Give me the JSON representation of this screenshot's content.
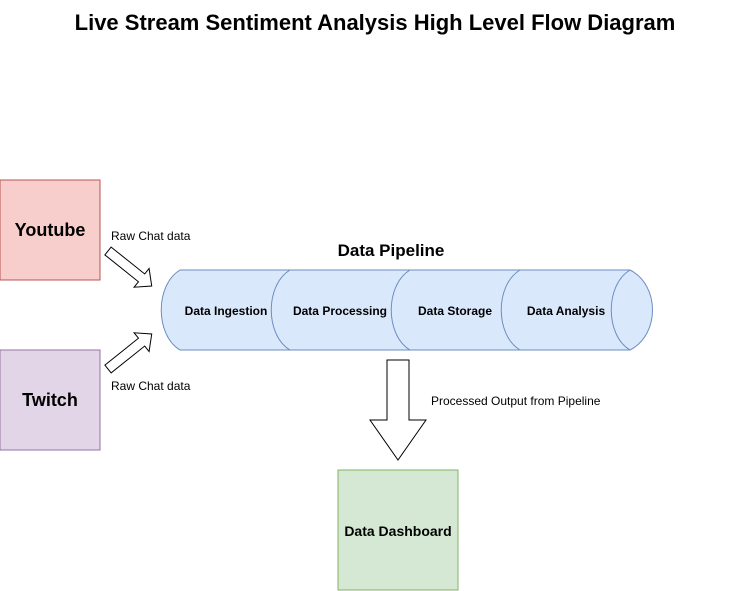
{
  "title": "Live Stream Sentiment Analysis High Level Flow Diagram",
  "sources": [
    {
      "label": "Youtube",
      "fill": "#f8cecc",
      "stroke": "#b85450",
      "edge_label": "Raw Chat data"
    },
    {
      "label": "Twitch",
      "fill": "#e1d5e7",
      "stroke": "#9673a6",
      "edge_label": "Raw Chat data"
    }
  ],
  "pipeline": {
    "label": "Data Pipeline",
    "fill": "#dae8fc",
    "stroke": "#6c8ebf",
    "stages": [
      "Data Ingestion",
      "Data Processing",
      "Data Storage",
      "Data Analysis"
    ]
  },
  "output_arrow_label": "Processed Output from Pipeline",
  "dashboard": {
    "label": "Data Dashboard",
    "fill": "#d5e8d4",
    "stroke": "#82b366"
  }
}
